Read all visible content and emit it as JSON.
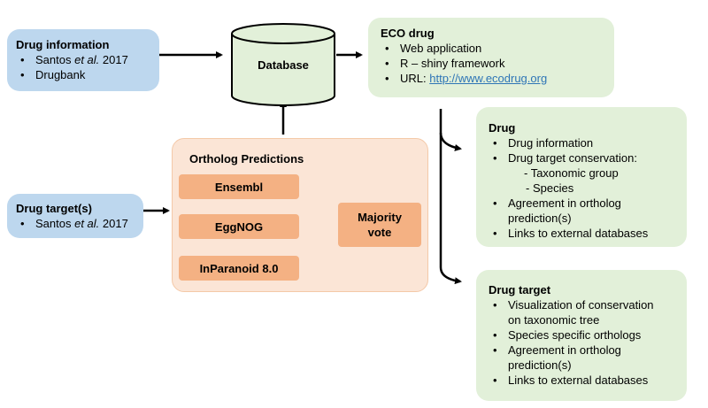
{
  "drug_information": {
    "title": "Drug information",
    "items": [
      {
        "pre": "Santos ",
        "em": "et al.",
        "post": " 2017"
      },
      "Drugbank"
    ]
  },
  "database": {
    "label": "Database"
  },
  "eco_drug": {
    "title": "ECO drug",
    "items": [
      "Web application",
      "R – shiny framework"
    ],
    "url_label": "URL: ",
    "url": "http://www.ecodrug.org"
  },
  "drug_targets": {
    "title": "Drug target(s)",
    "items": [
      {
        "pre": "Santos ",
        "em": "et al.",
        "post": " 2017"
      }
    ]
  },
  "ortholog_predictions": {
    "title": "Ortholog Predictions",
    "sources": [
      "Ensembl",
      "EggNOG",
      "InParanoid 8.0"
    ],
    "vote_line1": "Majority",
    "vote_line2": "vote"
  },
  "drug_panel": {
    "title": "Drug",
    "items": [
      "Drug information",
      "Drug target conservation:",
      "Agreement in ortholog",
      "Links to external databases"
    ],
    "subs": [
      "- Taxonomic group",
      "-   Species"
    ],
    "item3_cont": "prediction(s)"
  },
  "drug_target_panel": {
    "title": "Drug target",
    "items": [
      "Visualization of conservation",
      "Species specific orthologs",
      "Agreement in ortholog",
      "Links to external databases"
    ],
    "item1_cont": "on taxonomic tree",
    "item3_cont": "prediction(s)"
  },
  "colors": {
    "blue_box": "#bdd7ee",
    "green_box": "#e2f0d9",
    "peach_box": "#fbe5d6",
    "orange_box": "#f4b183"
  }
}
